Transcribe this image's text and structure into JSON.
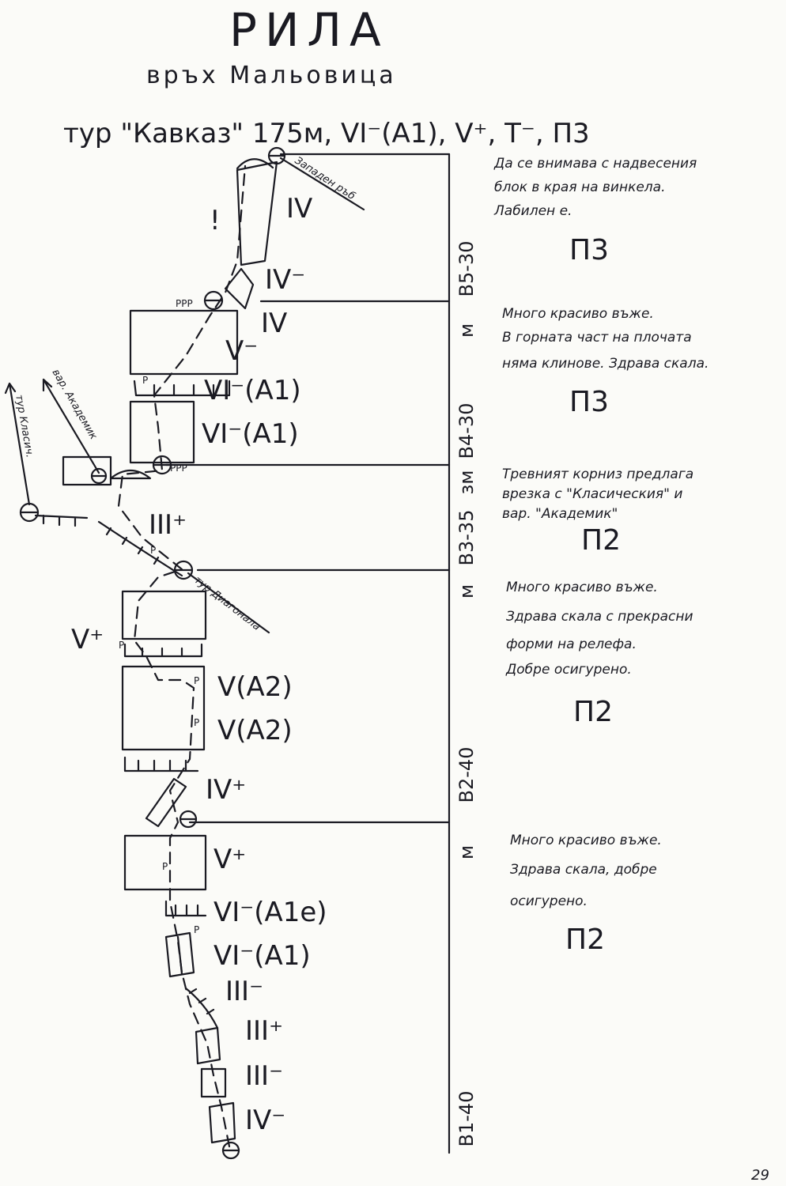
{
  "title": {
    "region": "РИЛА",
    "peak": "връх Мальовица",
    "route": "тур \"Кавказ\"  175м, VI⁻(A1), V⁺, T⁻, П3"
  },
  "ropes": [
    {
      "label": "В5-30",
      "type": "м"
    },
    {
      "label": "В4-30",
      "type": "зм"
    },
    {
      "label": "В3-35",
      "type": "м"
    },
    {
      "label": "В2-40",
      "type": "м"
    },
    {
      "label": "В1-40",
      "type": ""
    }
  ],
  "notes": [
    {
      "lines": [
        "Да се внимава с надвесения",
        "блок в края на винкела.",
        "Лабилен е."
      ],
      "grade": "П3"
    },
    {
      "lines": [
        "Много красиво въже.",
        "В горната част на плочата",
        "няма клинове. Здрава скала."
      ],
      "grade": "П3"
    },
    {
      "lines": [
        "Тревният корниз предлага",
        "врезка с \"Класическия\" и",
        "вар. \"Академик\""
      ],
      "grade": "П2"
    },
    {
      "lines": [
        "Много красиво въже.",
        "Здрава скала с прекрасни",
        "форми на релефа.",
        "Добре осигурено."
      ],
      "grade": "П2"
    },
    {
      "lines": [
        "Много красиво въже.",
        "Здрава скала, добре",
        "осигурено."
      ],
      "grade": "П2"
    }
  ],
  "grades": [
    "IV",
    "IV⁻",
    "IV",
    "V⁻",
    "VI⁻(A1)",
    "VI⁻(A1)",
    "III⁺",
    "V⁺",
    "V(A2)",
    "V(A2)",
    "IV⁺",
    "V⁺",
    "VI⁻(A1e)",
    "VI⁻(A1)",
    "III⁻",
    "III⁺",
    "III⁻",
    "IV⁻"
  ],
  "route_labels": {
    "west_ridge": "Западен ръб",
    "academic": "вар. Академик",
    "classic": "тур Класич.",
    "diagonal": "тур Диагонала"
  },
  "markers": {
    "piton": "P",
    "pitons3": "PPP",
    "warning": "!"
  },
  "page_number": "29"
}
